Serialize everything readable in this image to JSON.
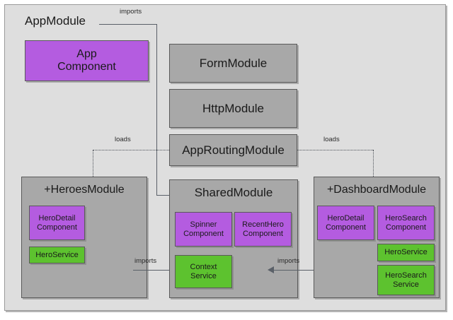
{
  "diagram": {
    "title": "AppModule",
    "root_label": "AppModule",
    "top_modules": [
      {
        "name": "form-module",
        "label": "FormModule"
      },
      {
        "name": "http-module",
        "label": "HttpModule"
      },
      {
        "name": "app-routing-module",
        "label": "AppRoutingModule"
      }
    ],
    "app_component": {
      "name": "app-component",
      "label": "App\nComponent",
      "color": "#b45ce0"
    },
    "edges": [
      {
        "name": "appmodule-imports-sharedmodule",
        "label": "imports",
        "style": "solid",
        "from": "AppModule",
        "to": "SharedModule"
      },
      {
        "name": "routing-loads-heroesmodule",
        "label": "loads",
        "style": "dotted",
        "from": "AppRoutingModule",
        "to": "+HeroesModule"
      },
      {
        "name": "routing-loads-dashboardmodule",
        "label": "loads",
        "style": "dotted",
        "from": "AppRoutingModule",
        "to": "+DashboardModule"
      },
      {
        "name": "heroesmodule-imports-sharedmodule",
        "label": "imports",
        "style": "solid",
        "from": "+HeroesModule",
        "to": "SharedModule"
      },
      {
        "name": "dashboardmodule-imports-sharedmodule",
        "label": "imports",
        "style": "solid",
        "from": "+DashboardModule",
        "to": "SharedModule"
      }
    ],
    "modules": [
      {
        "name": "heroes-module",
        "label": "+HeroesModule",
        "children": [
          {
            "name": "hero-detail-component",
            "label": "HeroDetail\nComponent",
            "kind": "component",
            "color": "#b45ce0"
          },
          {
            "name": "hero-service",
            "label": "HeroService",
            "kind": "service",
            "color": "#5dc22f"
          }
        ]
      },
      {
        "name": "shared-module",
        "label": "SharedModule",
        "children": [
          {
            "name": "spinner-component",
            "label": "Spinner\nComponent",
            "kind": "component",
            "color": "#b45ce0"
          },
          {
            "name": "recent-hero-component",
            "label": "RecentHero\nComponent",
            "kind": "component",
            "color": "#b45ce0"
          },
          {
            "name": "context-service",
            "label": "Context\nService",
            "kind": "service",
            "color": "#5dc22f"
          }
        ]
      },
      {
        "name": "dashboard-module",
        "label": "+DashboardModule",
        "children": [
          {
            "name": "hero-detail-component",
            "label": "HeroDetail\nComponent",
            "kind": "component",
            "color": "#b45ce0"
          },
          {
            "name": "hero-search-component",
            "label": "HeroSearch\nComponent",
            "kind": "component",
            "color": "#b45ce0"
          },
          {
            "name": "hero-service",
            "label": "HeroService",
            "kind": "service",
            "color": "#5dc22f"
          },
          {
            "name": "hero-search-service",
            "label": "HeroSearch\nService",
            "kind": "service",
            "color": "#5dc22f"
          }
        ]
      }
    ],
    "colors": {
      "component": "#b45ce0",
      "service": "#5dc22f",
      "module": "#a8a8a8",
      "background": "#dedede",
      "connector": "#5a6068"
    }
  }
}
